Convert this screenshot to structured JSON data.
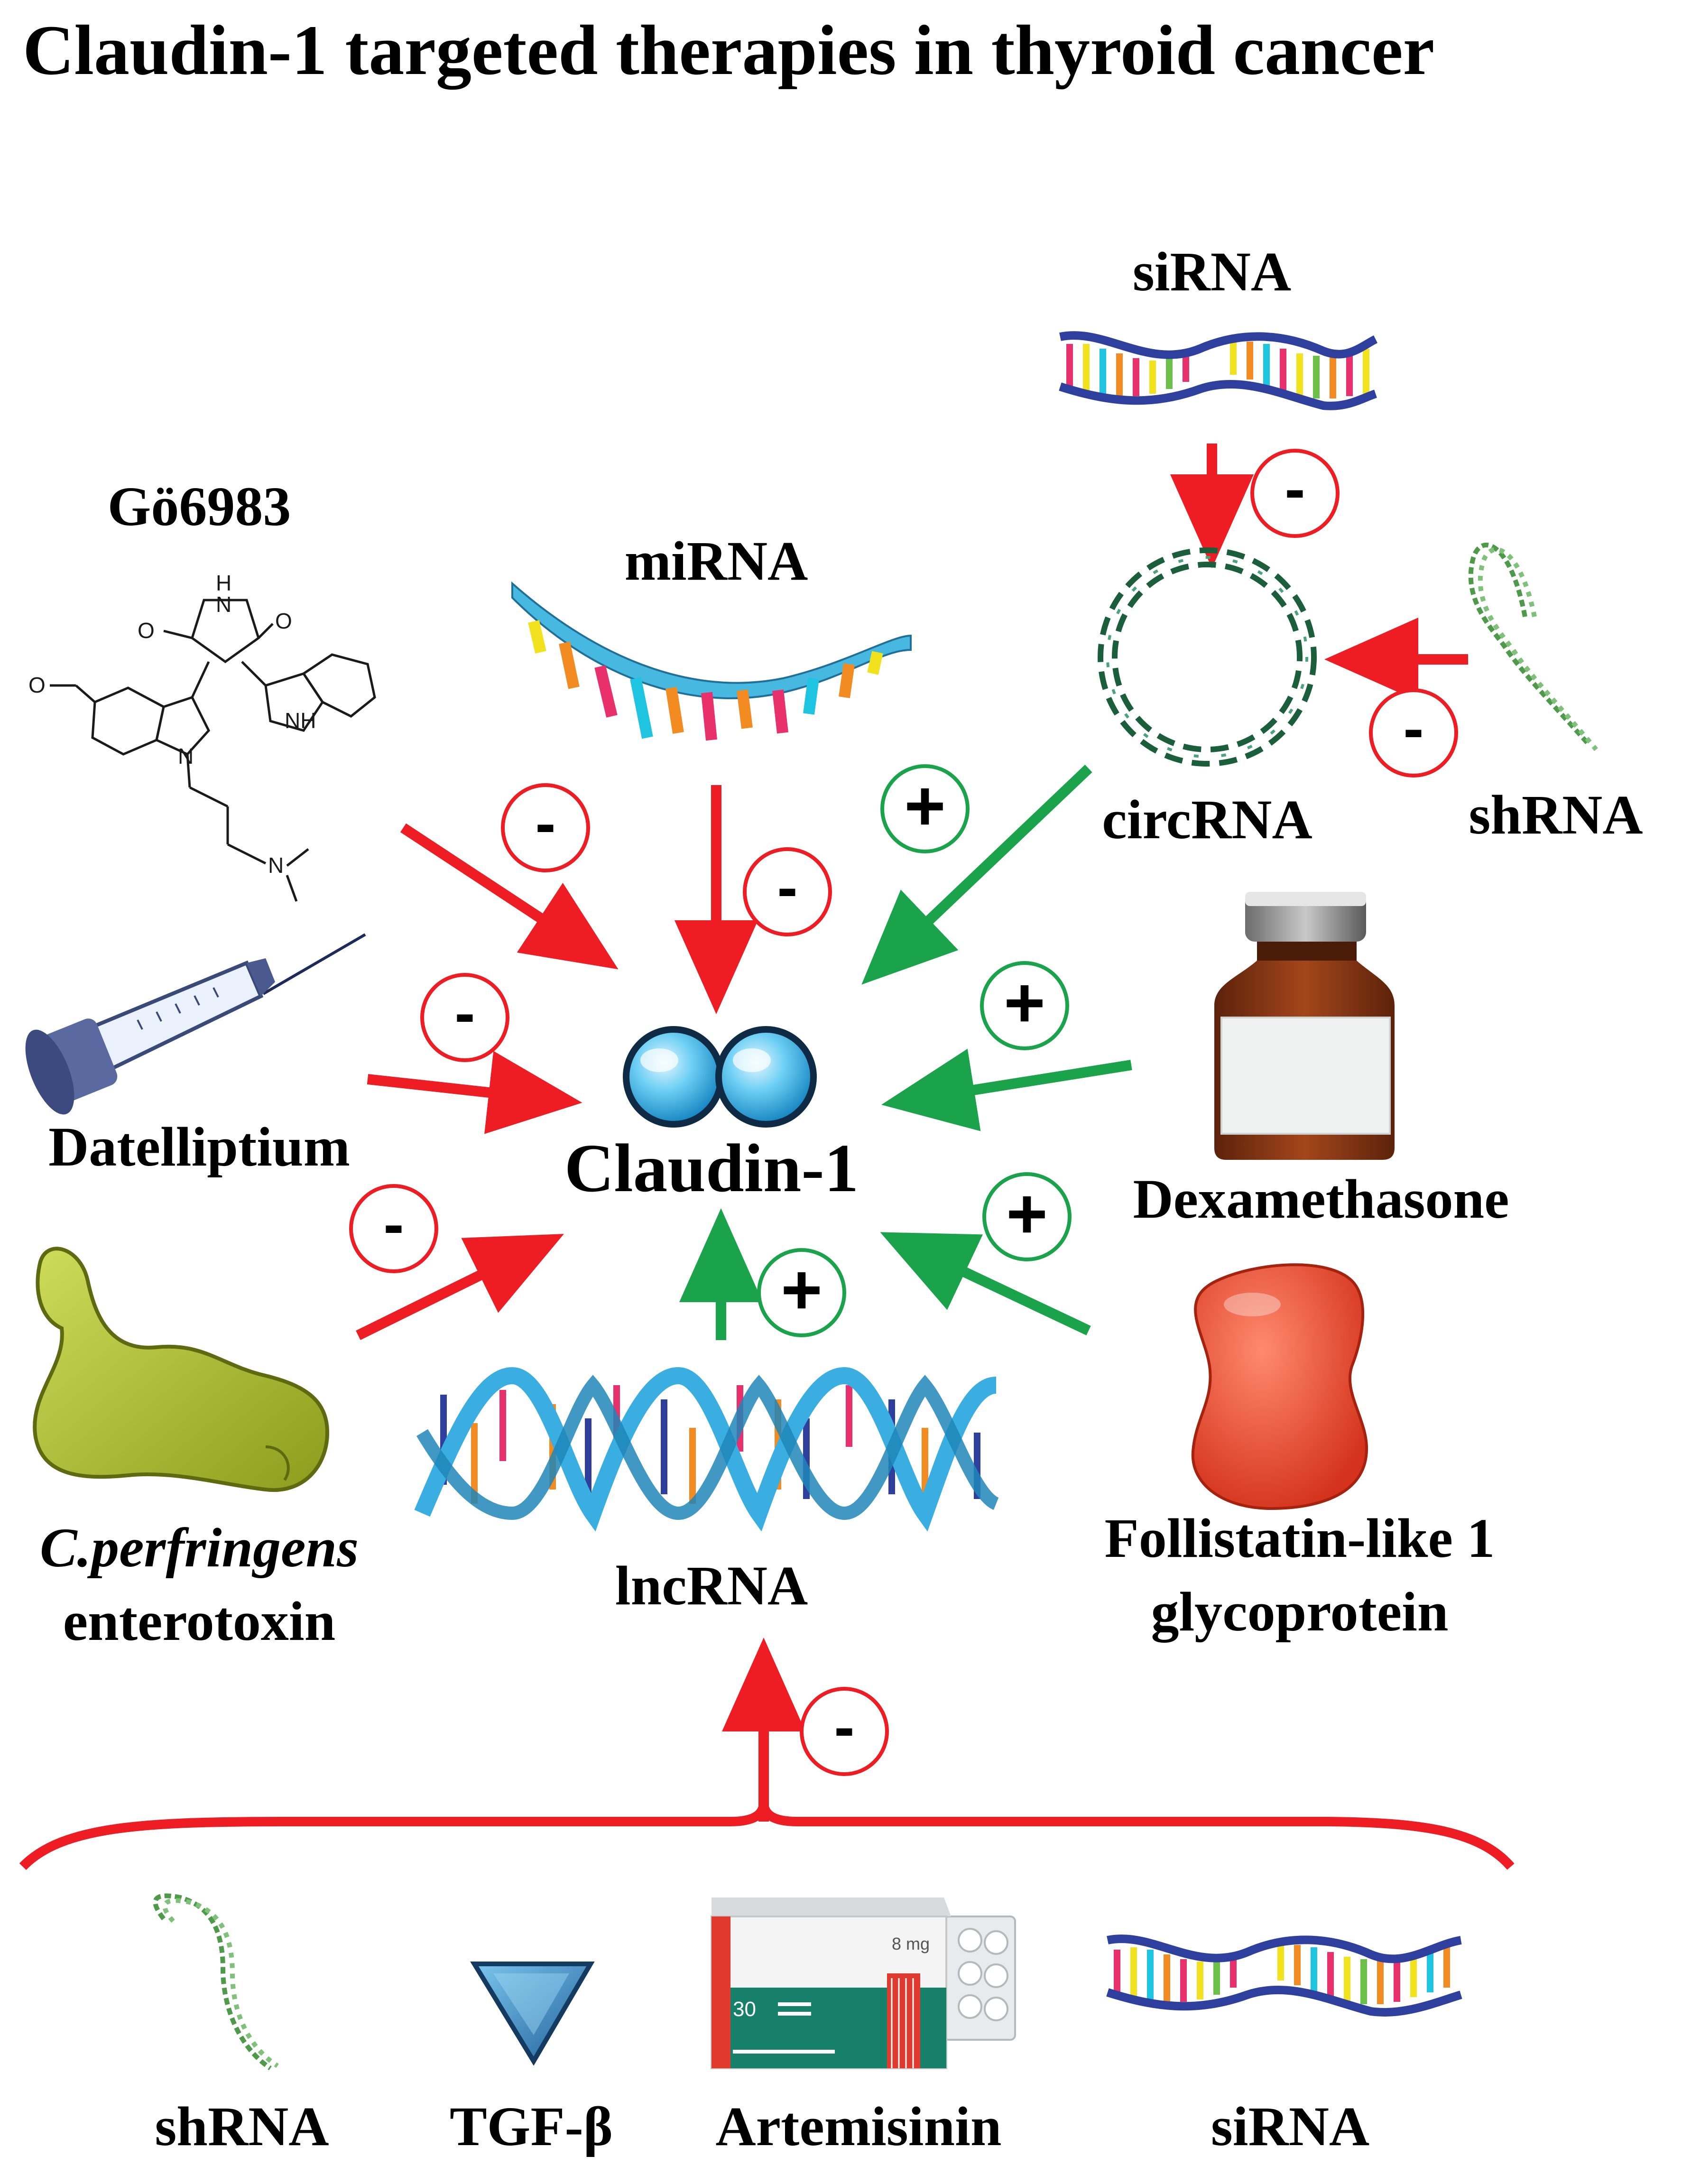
{
  "title": "Claudin-1 targeted therapies in thyroid cancer",
  "center": {
    "label": "Claudin-1"
  },
  "agents": {
    "go6983": "Gö6983",
    "mirna": "miRNA",
    "sirna_top": "siRNA",
    "circrna": "circRNA",
    "shrna_right": "shRNA",
    "datelliptium": "Datelliptium",
    "dexamethasone": "Dexamethasone",
    "cpe_line1": "C.perfringens",
    "cpe_line2": "enterotoxin",
    "lncrna": "lncRNA",
    "fstl1_line1": "Follistatin-like 1",
    "fstl1_line2": "glycoprotein"
  },
  "bottom_agents": {
    "shrna": "shRNA",
    "tgfb": "TGF-β",
    "artemisinin": "Artemisinin",
    "sirna": "siRNA"
  },
  "molecule_atoms": {
    "h1": "H",
    "n1": "N",
    "o1": "O",
    "o2": "O",
    "nh": "NH",
    "n2": "N",
    "n3": "N",
    "o3": "O"
  },
  "box_text": {
    "dose": "8 mg",
    "count": "30"
  },
  "signs": {
    "inhibit": "-",
    "activate": "+"
  },
  "colors": {
    "inhibit": "#ee1c23",
    "activate": "#1aa34a",
    "claudin": "#3fb6ea",
    "dna_blue": "#2e3f9e",
    "lncrna_ribbon": "#3aaee0",
    "toxin": "#a7b82b",
    "protein": "#e8432b",
    "bottle": "#8a3a16"
  }
}
